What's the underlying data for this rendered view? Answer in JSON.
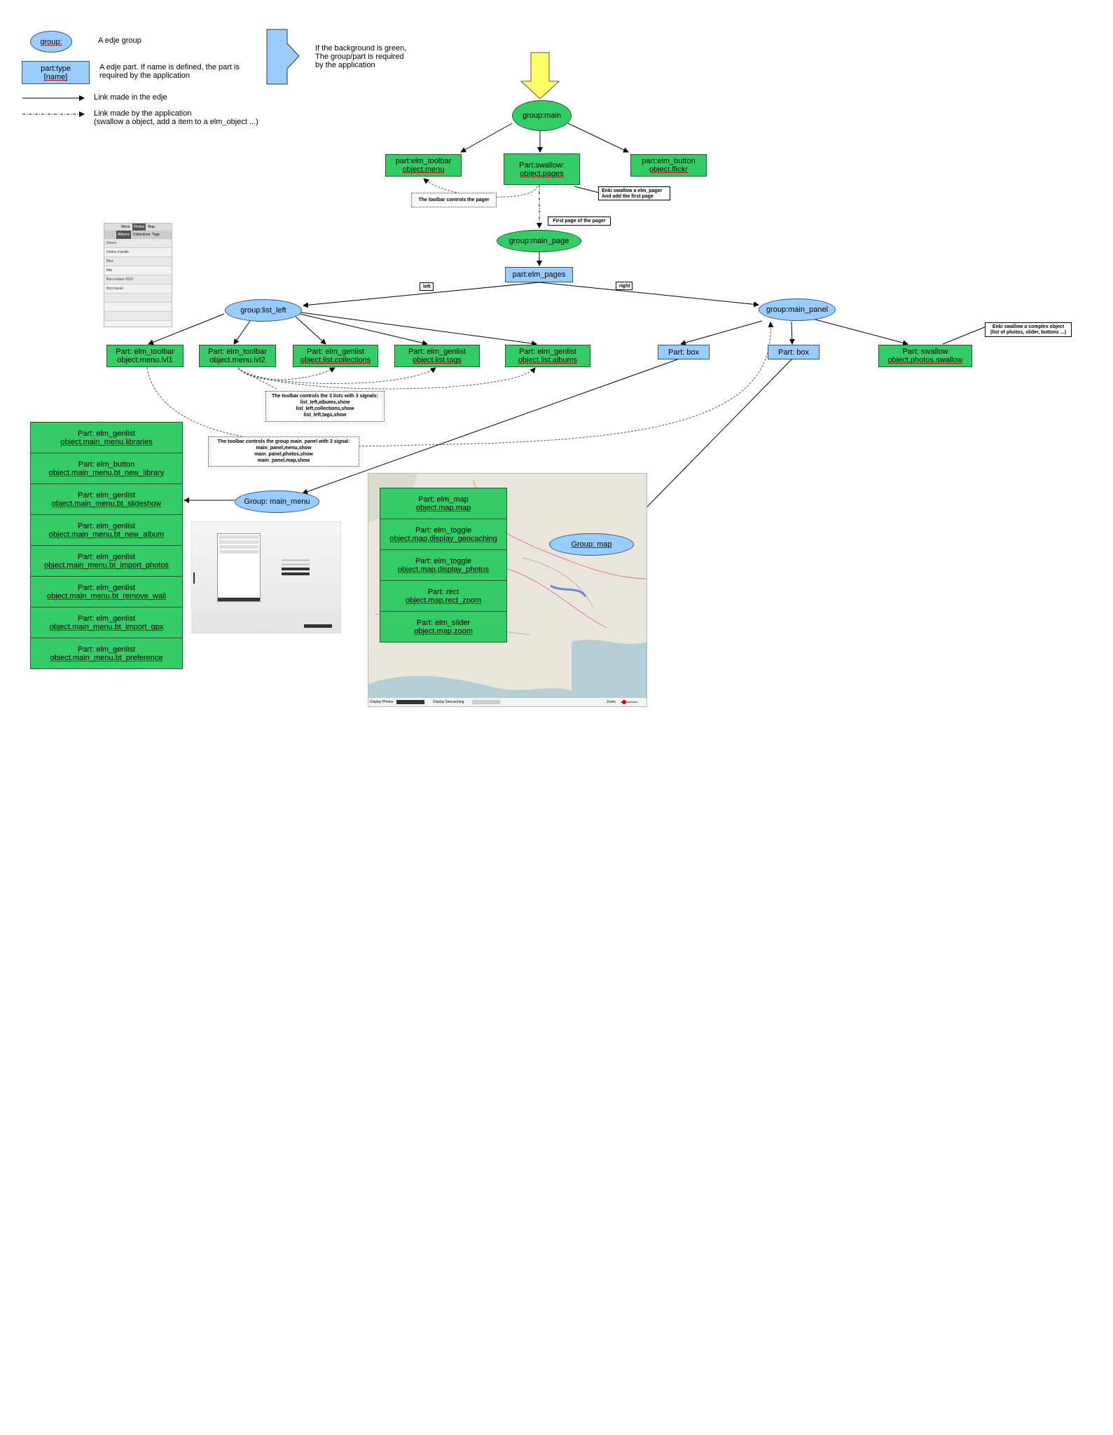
{
  "legend": {
    "group_shape": "group:",
    "group_desc": "A edje group",
    "part_shape_line1": "part:type",
    "part_shape_line2": "[name]",
    "part_desc_line1": "A edje part. If name is defined, the part is",
    "part_desc_line2": "required by the application",
    "green_desc_line1": "If the background is green,",
    "green_desc_line2": "The group/part is required",
    "green_desc_line3": "by the application",
    "link_edje": "Link made in the edje",
    "link_app_line1": "Link made by the application",
    "link_app_line2": "(swallow a object, add a item  to a elm_object ...)"
  },
  "nodes": {
    "group_main": "group:main",
    "toolbar_main_line1": "part:elm_toolbar",
    "toolbar_main_line2": "object.menu",
    "swallow_pages_line1": "Part:swallow:",
    "swallow_pages_line2": "object.pages",
    "button_flickr_line1": "part:elm_button",
    "button_flickr_line2": "object.flickr",
    "group_main_page": "group:main_page",
    "part_elm_pages": "part:elm_pages",
    "group_list_left": "group:list_left",
    "group_main_panel": "group:main_panel",
    "toolbar_lvl1_line1": "Part: elm_toolbar",
    "toolbar_lvl1_line2": "object.menu.lvl1",
    "toolbar_lvl2_line1": "Part: elm_toolbar",
    "toolbar_lvl2_line2": "object.menu.lvl2",
    "genlist_collections_line1": "Part: elm_genlist",
    "genlist_collections_line2": "object.list.collections",
    "genlist_tags_line1": "Part: elm_genlist",
    "genlist_tags_line2": "object.list.tags",
    "genlist_albums_line1": "Part: elm_genlist",
    "genlist_albums_line2": "object.list.albums",
    "part_box_1": "Part: box",
    "part_box_2": "Part: box",
    "swallow_photos_line1": "Part: swallow",
    "swallow_photos_line2": "object.photos.swallow",
    "group_main_menu": "Group: main_menu",
    "group_map": "Group: map"
  },
  "edge_labels": {
    "left": "left",
    "right": "right"
  },
  "notes": {
    "toolbar_controls_pager": "The toolbar controls the pager",
    "enki_swallow_pager_line1": "Enki swallow a elm_pager",
    "enki_swallow_pager_line2": "And add the first page",
    "first_page": "First page of the pager",
    "enki_swallow_complex_line1": "Enki swallow a complex object",
    "enki_swallow_complex_line2": "(list of photos, slider, buttons ...)",
    "toolbar_3lists_line1": "The toolbar controls the 3 lists with 3 signals:",
    "toolbar_3lists_line2": "list_left,albums,show",
    "toolbar_3lists_line3": "list_left,collections,show",
    "toolbar_3lists_line4": "list_left,tags,show",
    "toolbar_panel_line1": "The toolbar controls the group main_panel with 3 signal:",
    "toolbar_panel_line2": "main_panel,menu,show",
    "toolbar_panel_line3": "main_panel,photos,show",
    "toolbar_panel_line4": "main_panel,map,show"
  },
  "main_menu_items": [
    {
      "line1": "Part: elm_genlist",
      "line2": "object.main_menu.libraries"
    },
    {
      "line1": "Part: elm_button",
      "line2": "object.main_menu.bt_new_library"
    },
    {
      "line1": "Part: elm_genlist",
      "line2": "object.main_menu.bt_slideshow"
    },
    {
      "line1": "Part: elm_genlist",
      "line2": "object.main_menu.bt_new_album"
    },
    {
      "line1": "Part: elm_genlist",
      "line2": "object.main_menu.bt_import_photos"
    },
    {
      "line1": "Part: elm_genlist",
      "line2": "object.main_menu.bt_remove_wall"
    },
    {
      "line1": "Part: elm_genlist",
      "line2": "object.main_menu.bt_import_gpx"
    },
    {
      "line1": "Part: elm_genlist",
      "line2": "object.main_menu.bt_preference"
    }
  ],
  "map_items": [
    {
      "line1": "Part: elm_map",
      "line2": "object.map.map"
    },
    {
      "line1": "Part: elm_toggle",
      "line2": "object.map.display_geocaching"
    },
    {
      "line1": "Part: elm_toggle",
      "line2": "object.map.display_photos"
    },
    {
      "line1": "Part: rect",
      "line2": "object.map.rect_zoom"
    },
    {
      "line1": "Part: elm_slider",
      "line2": "object.map.zoom"
    }
  ],
  "screenshot_list": {
    "tabs": [
      "Menu",
      "Photos",
      "Map"
    ],
    "subtabs": [
      "Albums",
      "Collections",
      "Tags"
    ],
    "rows": [
      "Divers",
      "Drôles Famille",
      "Misc",
      "fête",
      "Bon rendez 2010",
      "Bon travail",
      "",
      "",
      "",
      "",
      ""
    ]
  },
  "screenshot_map": {
    "footer_left": "Display Photos",
    "footer_mid": "Display Geocaching",
    "footer_right": "Zoom"
  },
  "colors": {
    "required": "#33cc66",
    "optional": "#99ccff",
    "arrow_highlight": "#ffff66"
  }
}
